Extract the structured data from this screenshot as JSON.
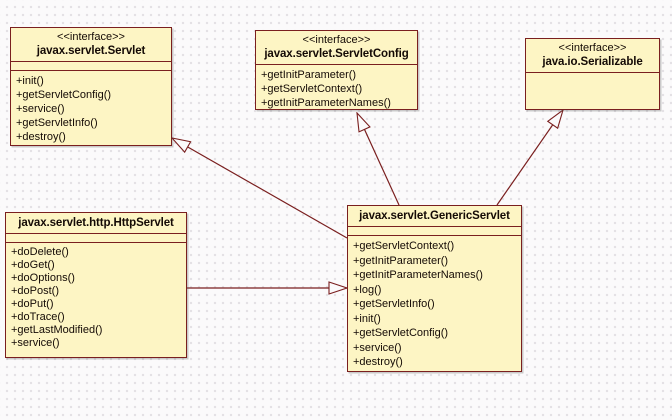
{
  "classes": [
    {
      "stereotype": "<<interface>>",
      "name": "javax.servlet.Servlet",
      "attributes": [],
      "methods": [
        "+init()",
        "+getServletConfig()",
        "+service()",
        "+getServletInfo()",
        "+destroy()"
      ]
    },
    {
      "stereotype": "<<interface>>",
      "name": "javax.servlet.ServletConfig",
      "attributes": [],
      "methods": [
        "+getInitParameter()",
        "+getServletContext()",
        "+getInitParameterNames()"
      ]
    },
    {
      "stereotype": "<<interface>>",
      "name": "java.io.Serializable",
      "attributes": [],
      "methods": []
    },
    {
      "name": "javax.servlet.http.HttpServlet",
      "attributes": [],
      "methods": [
        "+doDelete()",
        "+doGet()",
        "+doOptions()",
        "+doPost()",
        "+doPut()",
        "+doTrace()",
        "+getLastModified()",
        "+service()"
      ]
    },
    {
      "name": "javax.servlet.GenericServlet",
      "attributes": [],
      "methods": [
        "+getServletContext()",
        "+getInitParameter()",
        "+getInitParameterNames()",
        "+log()",
        "+getServletInfo()",
        "+init()",
        "+getServletConfig()",
        "+service()",
        "+destroy()"
      ]
    }
  ],
  "relationships": [
    {
      "type": "generalization",
      "from": "javax.servlet.GenericServlet",
      "to": "javax.servlet.Servlet"
    },
    {
      "type": "generalization",
      "from": "javax.servlet.GenericServlet",
      "to": "javax.servlet.ServletConfig"
    },
    {
      "type": "generalization",
      "from": "javax.servlet.GenericServlet",
      "to": "java.io.Serializable"
    },
    {
      "type": "generalization",
      "from": "javax.servlet.http.HttpServlet",
      "to": "javax.servlet.GenericServlet"
    }
  ],
  "colors": {
    "box_fill": "#FDF5C4",
    "line": "#7A1F1F",
    "background": "#FBFAFB",
    "text": "#140A05"
  }
}
